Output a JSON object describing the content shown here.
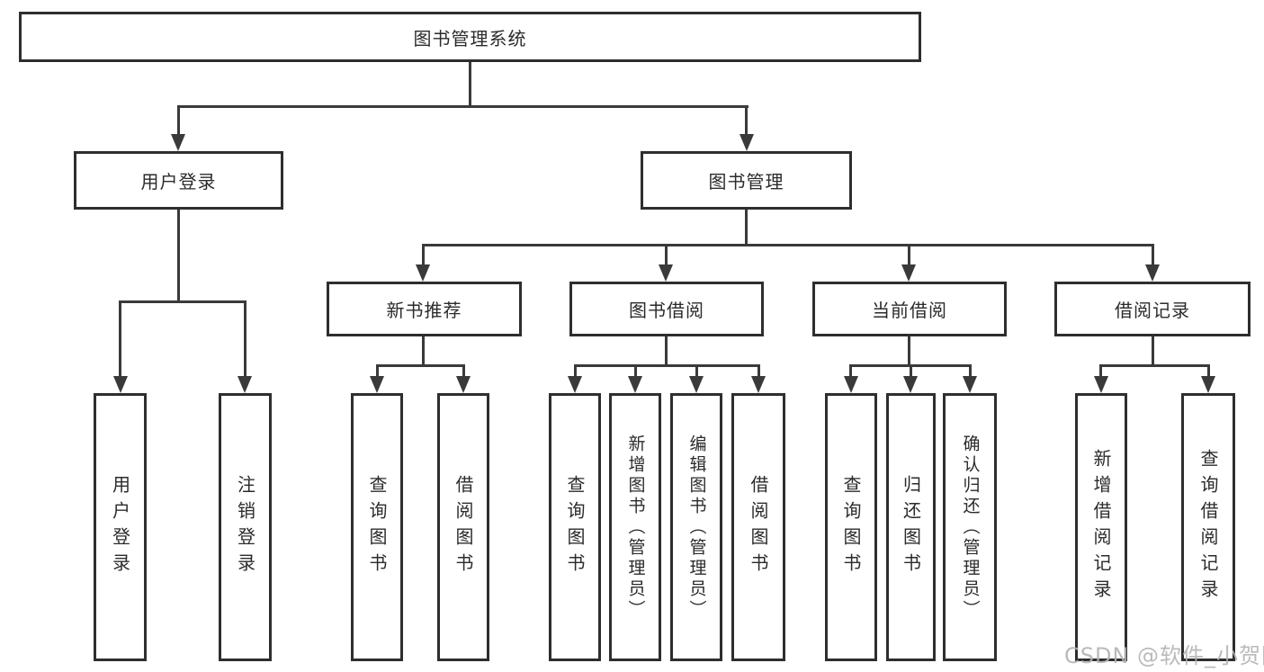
{
  "title": "图书管理系统",
  "level2": [
    {
      "label": "用户登录"
    },
    {
      "label": "图书管理"
    }
  ],
  "level3": [
    {
      "label": "新书推荐"
    },
    {
      "label": "图书借阅"
    },
    {
      "label": "当前借阅"
    },
    {
      "label": "借阅记录"
    }
  ],
  "leaves": [
    {
      "label": "用户登录"
    },
    {
      "label": "注销登录"
    },
    {
      "label": "查询图书"
    },
    {
      "label": "借阅图书"
    },
    {
      "label": "查询图书"
    },
    {
      "label": "新增图书（管理员）"
    },
    {
      "label": "编辑图书（管理员）"
    },
    {
      "label": "借阅图书"
    },
    {
      "label": "查询图书"
    },
    {
      "label": "归还图书"
    },
    {
      "label": "确认归还（管理员）"
    },
    {
      "label": "新增借阅记录"
    },
    {
      "label": "查询借阅记录"
    }
  ],
  "watermark": {
    "text": "CSDN @软件_小贺同学",
    "color": "#b2b2b2"
  },
  "colors": {
    "line": "#3a3a3a",
    "box_border": "#2e2e2e",
    "text": "#2b2b2b",
    "background": "#ffffff"
  }
}
